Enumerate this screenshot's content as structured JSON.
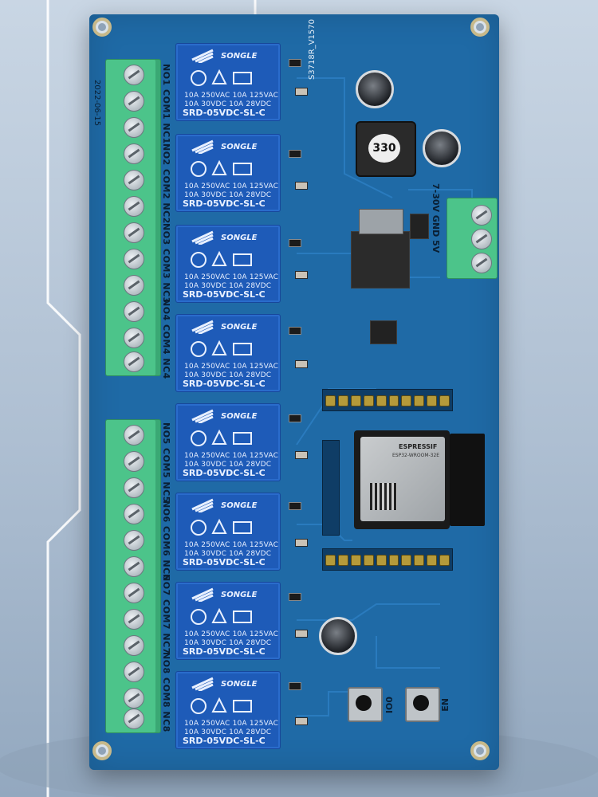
{
  "board": {
    "title": "S3718R_V1570",
    "date": "2022-06-15",
    "power_label": "7-30V GND 5V",
    "inductor_label": "330",
    "button_io0": "IO0",
    "button_en": "EN",
    "module_brand": "ESPRESSIF",
    "module_model": "ESP32-WROOM-32E"
  },
  "relays": [
    {
      "brand": "SONGLE",
      "rating_1": "10A 250VAC  10A 125VAC",
      "rating_2": "10A 30VDC   10A 28VDC",
      "model": "SRD-05VDC-SL-C",
      "terminals": "NO1 COM1 NC1"
    },
    {
      "brand": "SONGLE",
      "rating_1": "10A 250VAC  10A 125VAC",
      "rating_2": "10A 30VDC   10A 28VDC",
      "model": "SRD-05VDC-SL-C",
      "terminals": "NO2 COM2 NC2"
    },
    {
      "brand": "SONGLE",
      "rating_1": "10A 250VAC  10A 125VAC",
      "rating_2": "10A 30VDC   10A 28VDC",
      "model": "SRD-05VDC-SL-C",
      "terminals": "NO3 COM3 NC3"
    },
    {
      "brand": "SONGLE",
      "rating_1": "10A 250VAC  10A 125VAC",
      "rating_2": "10A 30VDC   10A 28VDC",
      "model": "SRD-05VDC-SL-C",
      "terminals": "NO4 COM4 NC4"
    },
    {
      "brand": "SONGLE",
      "rating_1": "10A 250VAC  10A 125VAC",
      "rating_2": "10A 30VDC   10A 28VDC",
      "model": "SRD-05VDC-SL-C",
      "terminals": "NO5 COM5 NC5"
    },
    {
      "brand": "SONGLE",
      "rating_1": "10A 250VAC  10A 125VAC",
      "rating_2": "10A 30VDC   10A 28VDC",
      "model": "SRD-05VDC-SL-C",
      "terminals": "NO6 COM6 NC6"
    },
    {
      "brand": "SONGLE",
      "rating_1": "10A 250VAC  10A 125VAC",
      "rating_2": "10A 30VDC   10A 28VDC",
      "model": "SRD-05VDC-SL-C",
      "terminals": "NO7 COM7 NC7"
    },
    {
      "brand": "SONGLE",
      "rating_1": "10A 250VAC  10A 125VAC",
      "rating_2": "10A 30VDC   10A 28VDC",
      "model": "SRD-05VDC-SL-C",
      "terminals": "NO8 COM8 NC8"
    }
  ],
  "colors": {
    "pcb": "#1f6aa6",
    "relay": "#1e5bb8",
    "terminal": "#4cc48a",
    "background": "#b6c6d8"
  }
}
